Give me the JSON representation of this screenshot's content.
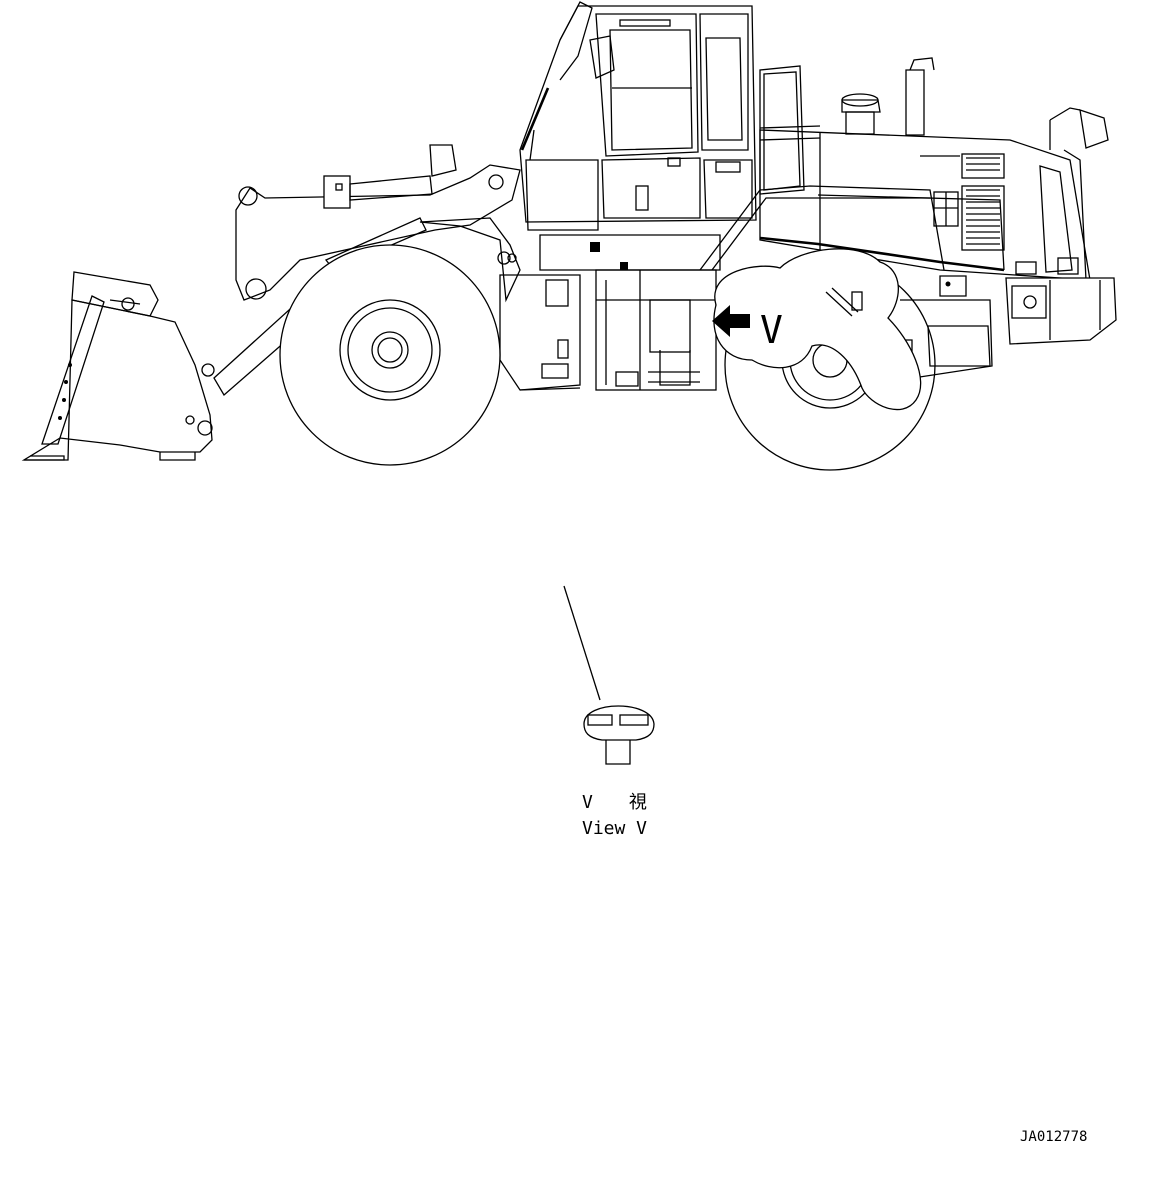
{
  "drawing": {
    "callout_label": "V",
    "view_label_jp": "V　　視",
    "view_label_en": "View V",
    "drawing_number": "JA012778"
  }
}
